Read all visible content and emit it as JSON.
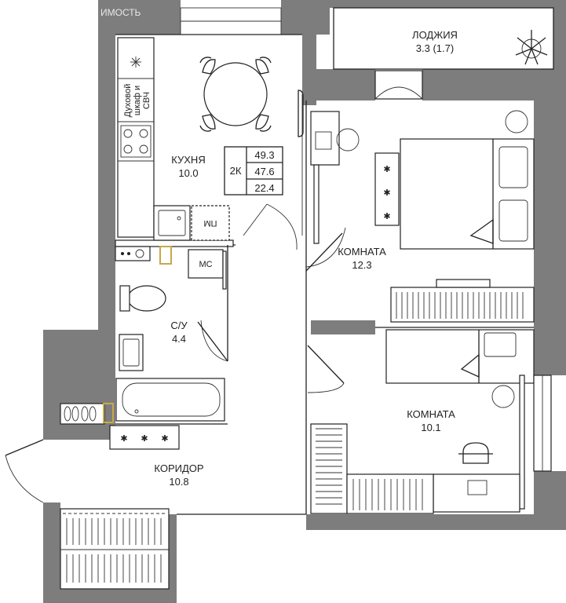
{
  "watermark": "ИМОСТЬ",
  "rooms": {
    "loggia": {
      "name": "ЛОДЖИЯ",
      "area": "3.3 (1.7)"
    },
    "kitchen": {
      "name": "КУХНЯ",
      "area": "10.0"
    },
    "room1": {
      "name": "КОМНАТА",
      "area": "12.3"
    },
    "room2": {
      "name": "КОМНАТА",
      "area": "10.1"
    },
    "bathroom": {
      "name": "С/У",
      "area": "4.4"
    },
    "corridor": {
      "name": "КОРИДОР",
      "area": "10.8"
    }
  },
  "summary": {
    "type": "2К",
    "total": "49.3",
    "living": "47.6",
    "residential": "22.4"
  },
  "fixtures": {
    "oven_line1": "Духовой",
    "oven_line2": "шкаф и",
    "oven_line3": "СВЧ",
    "dishwasher": "ПМ",
    "washer": "МС"
  }
}
